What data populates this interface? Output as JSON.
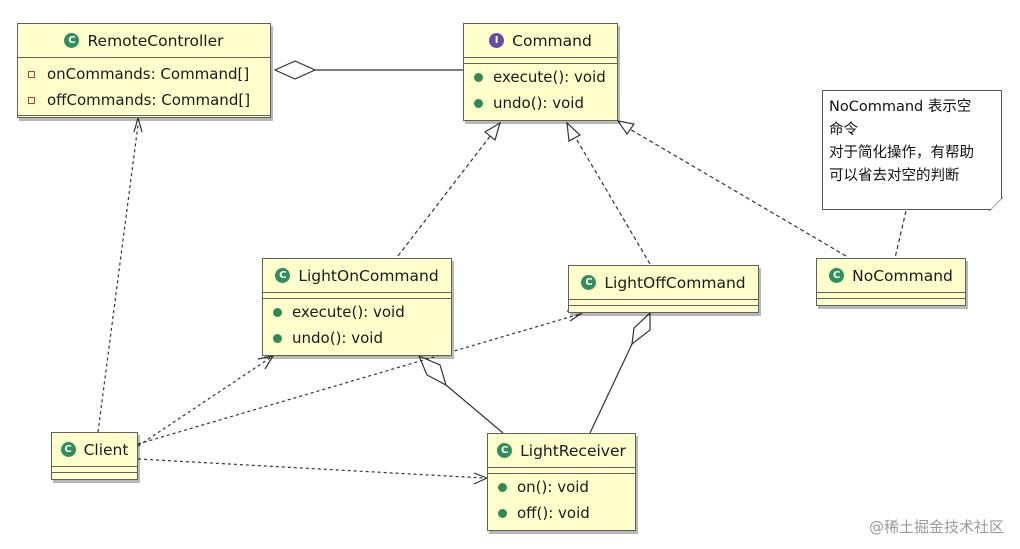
{
  "classes": {
    "remote_controller": {
      "name": "RemoteController",
      "kind": "C",
      "fields": [
        "onCommands: Command[]",
        "offCommands: Command[]"
      ]
    },
    "command": {
      "name": "Command",
      "kind": "I",
      "methods": [
        "execute(): void",
        "undo(): void"
      ]
    },
    "light_on_command": {
      "name": "LightOnCommand",
      "kind": "C",
      "methods": [
        "execute(): void",
        "undo(): void"
      ]
    },
    "light_off_command": {
      "name": "LightOffCommand",
      "kind": "C"
    },
    "no_command": {
      "name": "NoCommand",
      "kind": "C"
    },
    "client": {
      "name": "Client",
      "kind": "C"
    },
    "light_receiver": {
      "name": "LightReceiver",
      "kind": "C",
      "methods": [
        "on(): void",
        "off(): void"
      ]
    }
  },
  "note": {
    "lines": [
      "NoCommand 表示空",
      "命令",
      "对于简化操作，有帮助",
      "可以省去对空的判断"
    ]
  },
  "watermark": "@稀土掘金技术社区",
  "relations": [
    {
      "from": "RemoteController",
      "to": "Command",
      "type": "aggregation"
    },
    {
      "from": "LightOnCommand",
      "to": "Command",
      "type": "realization"
    },
    {
      "from": "LightOffCommand",
      "to": "Command",
      "type": "realization"
    },
    {
      "from": "NoCommand",
      "to": "Command",
      "type": "realization"
    },
    {
      "from": "LightOnCommand",
      "to": "LightReceiver",
      "type": "aggregation"
    },
    {
      "from": "LightOffCommand",
      "to": "LightReceiver",
      "type": "aggregation"
    },
    {
      "from": "Client",
      "to": "RemoteController",
      "type": "dependency"
    },
    {
      "from": "Client",
      "to": "LightOnCommand",
      "type": "dependency"
    },
    {
      "from": "Client",
      "to": "LightOffCommand",
      "type": "dependency"
    },
    {
      "from": "Client",
      "to": "LightReceiver",
      "type": "dependency"
    },
    {
      "from": "note",
      "to": "NoCommand",
      "type": "note-anchor"
    }
  ]
}
